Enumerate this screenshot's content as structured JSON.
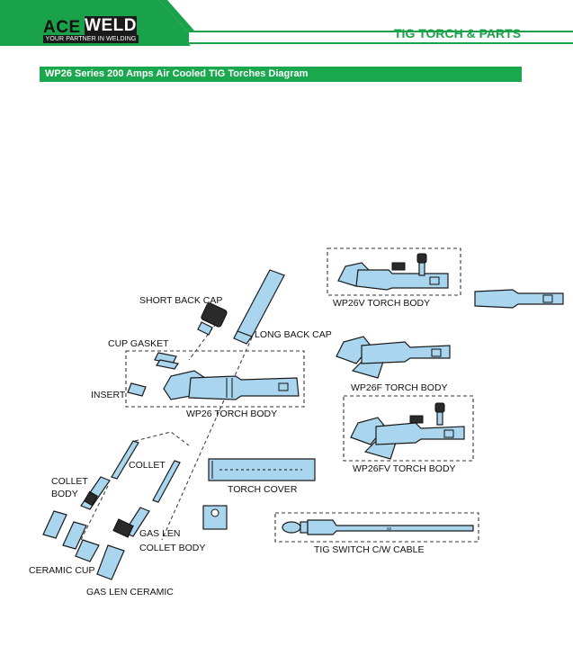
{
  "brand": {
    "name_left": "ACE",
    "name_right": "WELD",
    "tagline": "YOUR PARTNER IN WELDING",
    "accent": "#19a84d"
  },
  "header": {
    "section_title": "TIG TORCH & PARTS"
  },
  "banner": {
    "title": "WP26 Series 200 Amps Air Cooled TIG Torches Diagram"
  },
  "diagram": {
    "labels": {
      "short_back_cap": "SHORT BACK CAP",
      "long_back_cap": "LONG BACK CAP",
      "cup_gasket": "CUP GASKET",
      "insert": "INSERT",
      "wp26_torch_body": "WP26 TORCH BODY",
      "collet": "COLLET",
      "collet_body_1": "COLLET",
      "collet_body_2": "BODY",
      "gas_len_1": "GAS LEN",
      "gas_len_2": "COLLET BODY",
      "ceramic_cup": "CERAMIC CUP",
      "gas_len_ceramic": "GAS LEN CERAMIC",
      "wp26v_torch_body": "WP26V TORCH BODY",
      "wp26f_torch_body": "WP26F TORCH BODY",
      "wp26fv_torch_body": "WP26FV TORCH BODY",
      "torch_cover": "TORCH COVER",
      "tig_switch_cable": "TIG SWITCH C/W CABLE"
    }
  }
}
